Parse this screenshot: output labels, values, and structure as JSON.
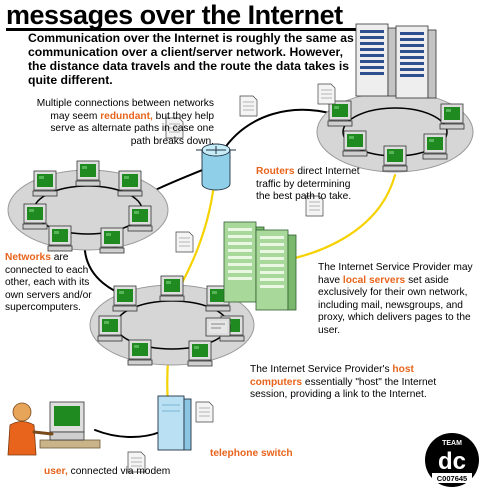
{
  "title": "messages over the Internet",
  "intro": "Communication over the Internet is roughly the same as communication over a client/server network. However, the distance data travels and the route the data takes is quite different.",
  "notes": {
    "redundant": {
      "before": "Multiple connections between networks may seem ",
      "highlight": "redundant,",
      "after": " but they help serve as alternate paths in case one path breaks down."
    },
    "routers": {
      "highlight": "Routers",
      "after": " direct Internet traffic by determining the best path to take."
    },
    "networks": {
      "highlight": "Networks",
      "after": " are connected to each other, each with its own servers and/or supercomputers."
    },
    "isp": {
      "before": "The Internet Service Provider may have ",
      "highlight": "local servers",
      "after": " set aside exclusively for their own network, including mail, newsgroups, and proxy, which delivers pages to the user."
    },
    "host": {
      "before": "The Internet Service Provider's ",
      "highlight": "host computers",
      "after": " essentially \"host\" the Internet session, providing a link to the Internet."
    },
    "switch": {
      "highlight": "telephone switch"
    },
    "user": {
      "highlight": "user,",
      "after": " connected via modem"
    }
  },
  "badge": {
    "top": "TEAM",
    "logo": "dc",
    "code": "C007645"
  },
  "colors": {
    "accent": "#e8641c",
    "link_yellow": "#f5d200",
    "screen_green": "#1f8a1f",
    "server_green": "#9fd38f",
    "router_blue": "#8fd0e8",
    "ring_gray": "#d6d6d6"
  }
}
